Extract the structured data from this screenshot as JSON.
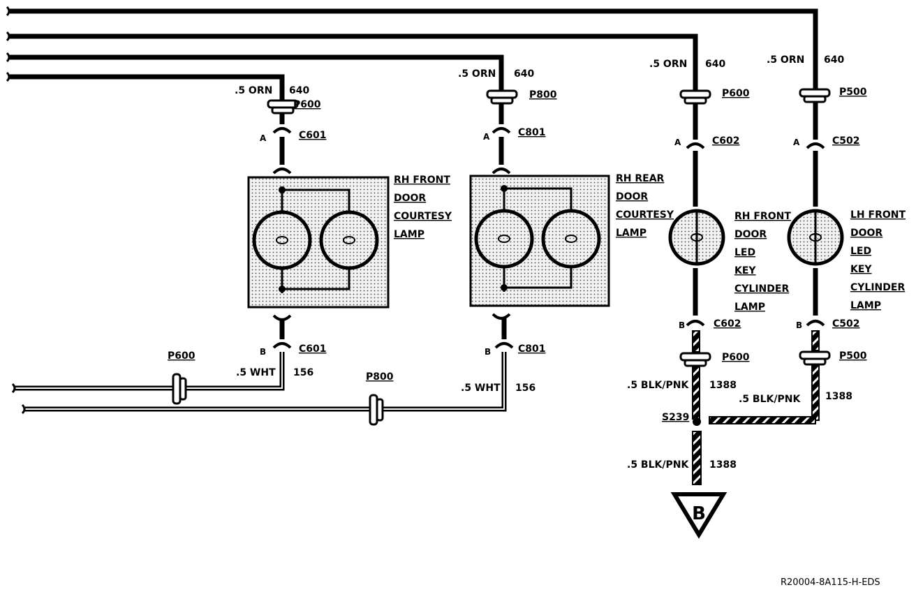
{
  "diagram": {
    "reference": "R20004-8A115-H-EDS",
    "ground_marker": "B",
    "splice": "S239",
    "feed_wire": {
      "gauge_color": ".5 ORN",
      "circuit": "640"
    },
    "return_white": {
      "gauge_color": ".5 WHT",
      "circuit": "156"
    },
    "return_black": {
      "gauge_color": ".5 BLK/PNK",
      "circuit": "1388"
    },
    "branches": [
      {
        "id": "rh-front-courtesy",
        "pass_through_top": "P600",
        "connector": "C601",
        "pin_top": "A",
        "pin_bottom": "B",
        "pass_through_bottom": "P600",
        "component": [
          "RH FRONT",
          "DOOR",
          "COURTESY",
          "LAMP"
        ]
      },
      {
        "id": "rh-rear-courtesy",
        "pass_through_top": "P800",
        "connector": "C801",
        "pin_top": "A",
        "pin_bottom": "B",
        "pass_through_bottom": "P800",
        "component": [
          "RH REAR",
          "DOOR",
          "COURTESY",
          "LAMP"
        ]
      },
      {
        "id": "rh-front-key",
        "pass_through_top": "P600",
        "connector": "C602",
        "pin_top": "A",
        "pin_bottom": "B",
        "pass_through_bottom": "P600",
        "component": [
          "RH FRONT",
          "DOOR",
          "LED",
          "KEY",
          "CYLINDER",
          "LAMP"
        ]
      },
      {
        "id": "lh-front-key",
        "pass_through_top": "P500",
        "connector": "C502",
        "pin_top": "A",
        "pin_bottom": "B",
        "pass_through_bottom": "P500",
        "component": [
          "LH FRONT",
          "DOOR",
          "LED",
          "KEY",
          "CYLINDER",
          "LAMP"
        ]
      }
    ]
  }
}
